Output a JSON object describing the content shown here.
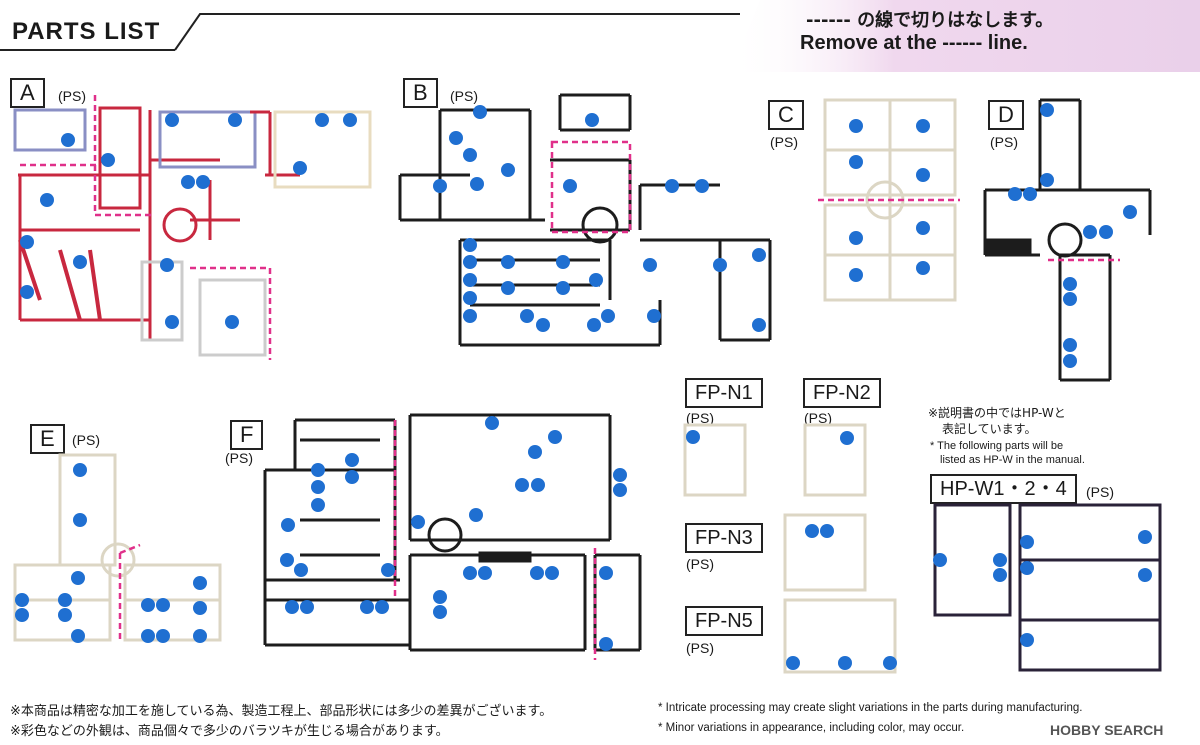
{
  "header": {
    "title": "PARTS LIST",
    "remove_jp": "------ の線で切りはなします。",
    "remove_en": "Remove at the ------ line."
  },
  "runners": {
    "A": {
      "letter": "A",
      "material": "(PS)"
    },
    "B": {
      "letter": "B",
      "material": "(PS)"
    },
    "C": {
      "letter": "C",
      "material": "(PS)"
    },
    "D": {
      "letter": "D",
      "material": "(PS)"
    },
    "E": {
      "letter": "E",
      "material": "(PS)"
    },
    "F": {
      "letter": "F",
      "material": "(PS)"
    },
    "FPN1": {
      "letter": "FP-N1",
      "material": "(PS)"
    },
    "FPN2": {
      "letter": "FP-N2",
      "material": "(PS)"
    },
    "FPN3": {
      "letter": "FP-N3",
      "material": "(PS)"
    },
    "FPN5": {
      "letter": "FP-N5",
      "material": "(PS)"
    },
    "HPW": {
      "letter": "HP-W1・2・4",
      "material": "(PS)"
    }
  },
  "hpw_note": {
    "jp_line1": "※説明書の中ではHP-Wと",
    "jp_line2": "表記しています。",
    "en_line1": "* The following parts will be",
    "en_line2": "listed as HP-W in the manual."
  },
  "footer": {
    "jp1": "※本商品は精密な加工を施している為、製造工程上、部品形状には多少の差異がございます。",
    "jp2": "※彩色などの外観は、商品個々で多少のバラツキが生じる場合があります。",
    "en1": "* Intricate processing may create slight variations in the parts during manufacturing.",
    "en2": "* Minor variations in appearance, including color, may occur.",
    "watermark": "HOBBY SEARCH"
  },
  "colors": {
    "runner_red": "#c8283f",
    "runner_black": "#1c1c1c",
    "runner_lavender": "#8a8fc4",
    "runner_cream": "#e8dcc0",
    "cut_line": "#e0308a",
    "badge_blue": "#1f6fd1",
    "remove_bg": "#f0d8ee"
  },
  "icons": [
    "number-badge-icon",
    "sprue-frame-icon",
    "cut-line-icon"
  ]
}
